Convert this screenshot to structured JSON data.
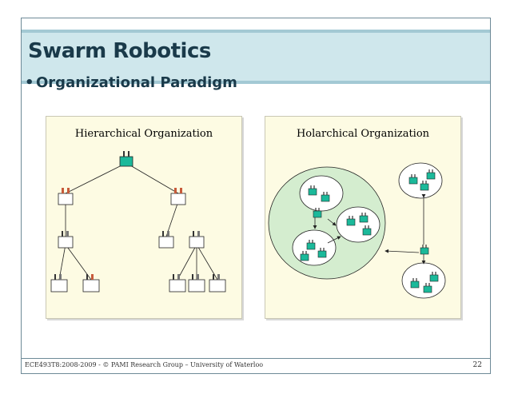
{
  "slide": {
    "title": "Swarm Robotics",
    "bullet": "Organizational Paradigm",
    "left_panel": {
      "title": "Hierarchical Organization"
    },
    "right_panel": {
      "title": "Holarchical Organization"
    },
    "footer": {
      "left": "ECE493T8:2008-2009 -  ©   PAMI Research Group – University of Waterloo",
      "page_number": "22"
    }
  },
  "colors": {
    "title_bar": "#cfe7ec",
    "title_text": "#1a3a4a",
    "panel_bg": "#fdfbe3",
    "holon_fill": "#d4edcf",
    "agent_green": "#1bb99a"
  }
}
